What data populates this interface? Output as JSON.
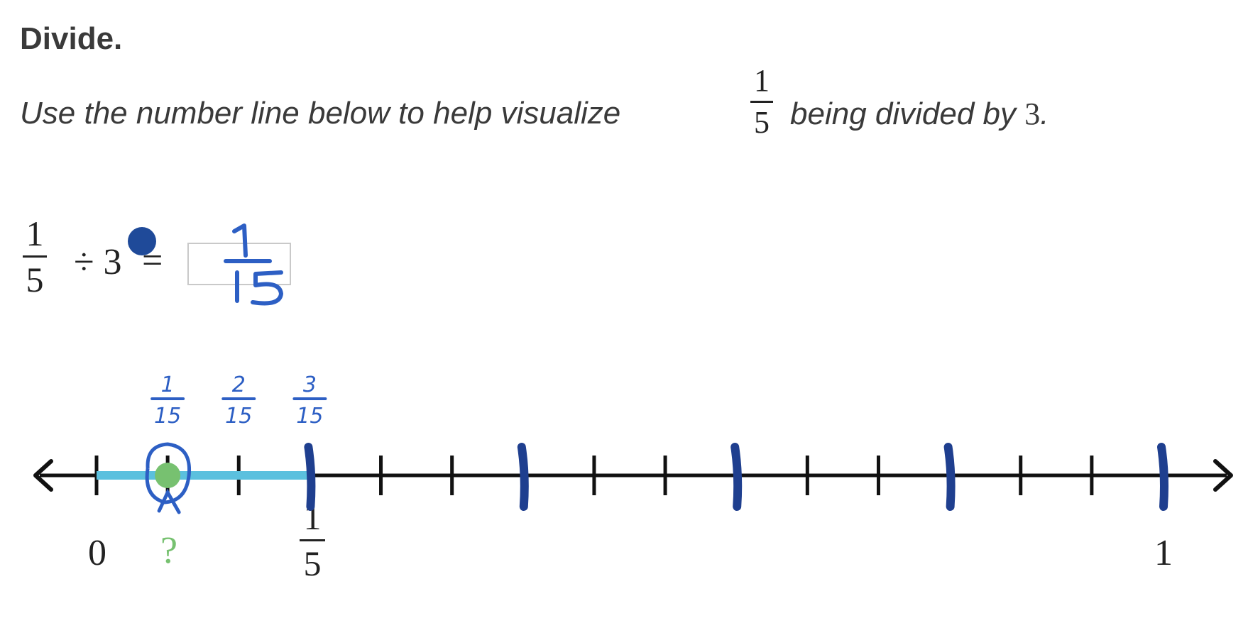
{
  "heading": "Divide.",
  "instruction": {
    "before": "Use the number line below to help visualize",
    "fraction": {
      "numerator": "1",
      "denominator": "5"
    },
    "middle": "being divided by",
    "divisor": "3",
    "end": "."
  },
  "equation": {
    "fraction": {
      "numerator": "1",
      "denominator": "5"
    },
    "operator": "÷ 3",
    "equals": "=",
    "answer_handwritten": {
      "numerator": "1",
      "denominator": "15"
    }
  },
  "number_line": {
    "start_label": "0",
    "end_label": "1",
    "mid_fraction": {
      "numerator": "1",
      "denominator": "5"
    },
    "unknown_label": "?",
    "tick_count": 16,
    "highlight_color": "#5bc0de",
    "point_color": "#77c170",
    "annotation_color": "#1f3f8f",
    "handwritten_labels": [
      {
        "numerator": "1",
        "denominator": "15"
      },
      {
        "numerator": "2",
        "denominator": "15"
      },
      {
        "numerator": "3",
        "denominator": "15"
      }
    ]
  }
}
